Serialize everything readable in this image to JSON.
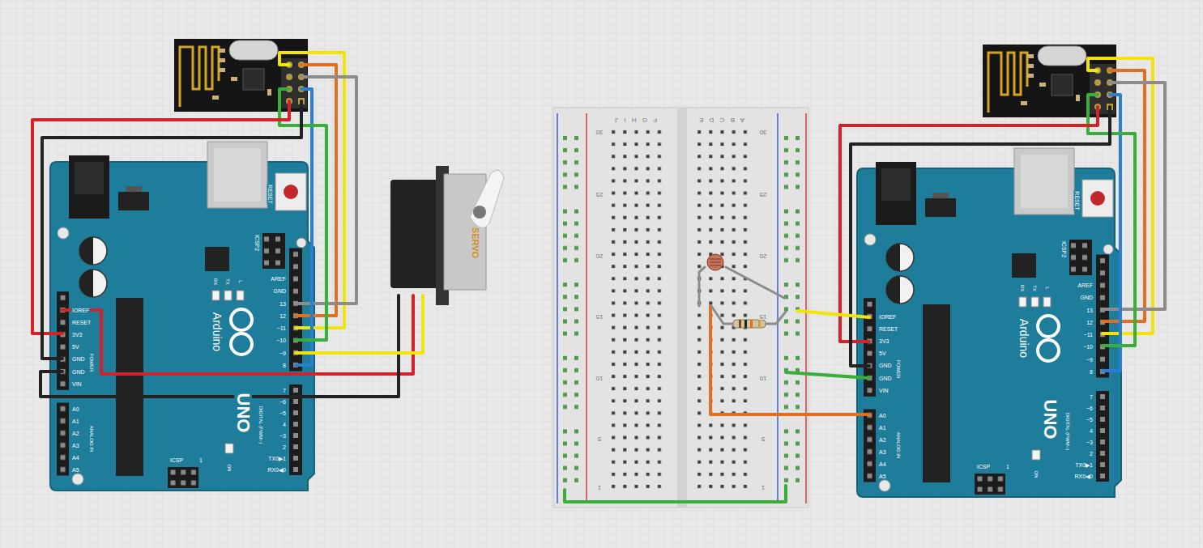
{
  "diagram": {
    "labels": [
      "RESET",
      "ICSP2",
      "AREF",
      "GND",
      "13",
      "12",
      "~11",
      "~10",
      "~9",
      "8",
      "RX",
      "TX",
      "L",
      "Arduino",
      "UNO",
      "DIGITAL (PWM~)",
      "7",
      "~6",
      "~5",
      "4",
      "~3",
      "2",
      "TX0▶1",
      "RX0◀0",
      "ON",
      "ICSP",
      "1",
      "IOREF",
      "RESET",
      "3V3",
      "5V",
      "GND",
      "GND",
      "VIN",
      "POWER",
      "A0",
      "A1",
      "A2",
      "A3",
      "A4",
      "A5",
      "ANALOG IN",
      "SERVO",
      "F G H I J",
      "A B C D E",
      "30",
      "25",
      "20",
      "15",
      "10",
      "5",
      "1",
      "30",
      "25",
      "20",
      "15",
      "10",
      "5",
      "1",
      "RESET",
      "ICSP2",
      "AREF",
      "GND",
      "13",
      "12",
      "~11",
      "~10",
      "~9",
      "8",
      "RX",
      "TX",
      "L",
      "Arduino",
      "UNO",
      "DIGITAL (PWM~)",
      "7",
      "~6",
      "~5",
      "4",
      "~3",
      "2",
      "TX0▶1",
      "RX0◀0",
      "ON",
      "ICSP",
      "1",
      "IOREF",
      "RESET",
      "3V3",
      "5V",
      "GND",
      "GND",
      "VIN",
      "POWER",
      "A0",
      "A1",
      "A2",
      "A3",
      "A4",
      "A5",
      "ANALOG IN"
    ]
  }
}
